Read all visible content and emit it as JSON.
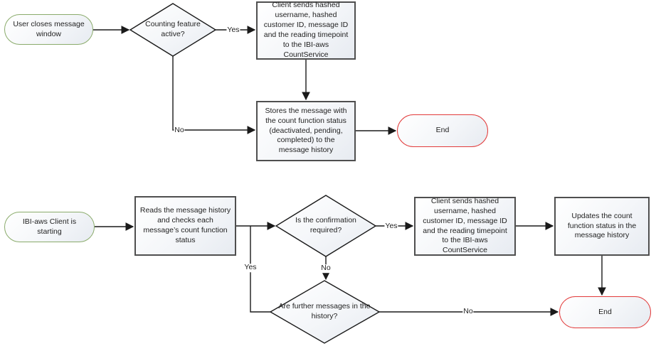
{
  "diagram": {
    "type": "flowchart",
    "colors": {
      "start_border": "#8aab6b",
      "end_border": "#e23b3b",
      "process_border": "#4f4f4f",
      "connector": "#1a1a1a",
      "node_fill_top": "#ffffff",
      "node_fill_bottom": "#e7ebf1"
    },
    "nodes": {
      "start_top": {
        "label": "User closes message window",
        "shape": "terminator"
      },
      "decision_counting": {
        "label": "Counting feature active?",
        "shape": "decision"
      },
      "client_sends_top": {
        "label": "Client sends hashed username, hashed customer ID, message ID and the reading timepoint to the IBI-aws CountService",
        "shape": "process"
      },
      "stores_message": {
        "label": "Stores the message with the count function status (deactivated, pending, completed) to the message history",
        "shape": "process"
      },
      "end_top": {
        "label": "End",
        "shape": "terminator"
      },
      "start_bottom": {
        "label": "IBI-aws Client is starting",
        "shape": "terminator"
      },
      "reads_history": {
        "label": "Reads the message history and checks each message’s count function status",
        "shape": "process"
      },
      "decision_confirmation": {
        "label": "Is the confirmation required?",
        "shape": "decision"
      },
      "client_sends_bottom": {
        "label": "Client sends hashed username, hashed customer ID, message ID and the reading timepoint to the IBI-aws CountService",
        "shape": "process"
      },
      "updates_status": {
        "label": "Updates the count function status in the message history",
        "shape": "process"
      },
      "decision_further": {
        "label": "Are further messages in the history?",
        "shape": "decision"
      },
      "end_bottom": {
        "label": "End",
        "shape": "terminator"
      }
    },
    "edge_labels": {
      "counting_yes": "Yes",
      "counting_no": "No",
      "confirmation_yes": "Yes",
      "confirmation_no": "No",
      "further_yes": "Yes",
      "further_no": "No"
    }
  }
}
